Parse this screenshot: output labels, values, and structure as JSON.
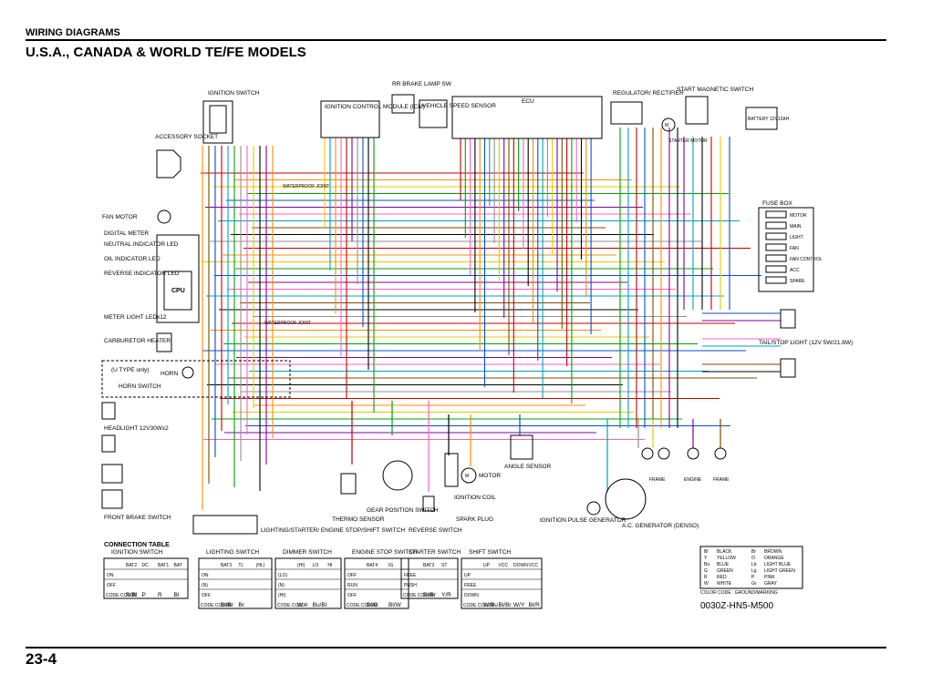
{
  "header": {
    "section_title": "WIRING DIAGRAMS",
    "subtitle": "U.S.A., CANADA & WORLD TE/FE MODELS",
    "page_number": "23-4"
  },
  "components": {
    "ignition_switch": "IGNITION SWITCH",
    "accessory_socket": "ACCESSORY SOCKET",
    "icm": "IGNITION CONTROL MODULE (ICM)",
    "rr_brake_lamp_sw": "RR BRAKE LAMP SW",
    "vehicle_speed_sensor": "VEHICLE SPEED SENSOR",
    "ecu": "ECU",
    "regulator": "REGULATOR/ RECTIFIER",
    "start_magnetic_switch": "START MAGNETIC SWITCH",
    "battery": "BATTERY 12V12AH",
    "starter_motor": "STARTER MOTOR",
    "engine": "ENGINE",
    "fuse_box": "FUSE BOX",
    "fan_motor": "FAN MOTOR",
    "digital_meter": "DIGITAL METER",
    "neutral_led": "NEUTRAL INDICATOR LED",
    "oil_led": "OIL INDICATOR LED",
    "reverse_led": "REVERSE INDICATOR LED",
    "cpu": "CPU",
    "meter_light": "METER LIGHT LEDx12",
    "carb_heater": "CARBURETOR HEATER",
    "u_type": "(U TYPE only)",
    "horn": "HORN",
    "horn_switch": "HORN SWITCH",
    "headlight": "HEADLIGHT 12V30Wx2",
    "front_brake": "FRONT BRAKE SWITCH",
    "waterproof_joint": "WATERPROOF JOINT",
    "tail_light": "TAIL/STOP LIGHT (12V 5W/21.8W)",
    "thermo_sensor": "THERMO SENSOR",
    "gear_position": "GEAR POSITION SWITCH",
    "reverse_switch": "REVERSE SWITCH",
    "ignition_coil": "IGNITION COIL",
    "spark_plug": "SPARK PLUG",
    "motor": "MOTOR",
    "angle_sensor": "ANGLE SENSOR",
    "ignition_pulse": "IGNITION PULSE GENERATOR",
    "ac_generator": "A.C. GENERATOR (DENSO)",
    "frame": "FRAME",
    "lighting_switch_group": "LIGHTING/STARTER/ ENGINE STOP/SHIFT SWITCH",
    "fuse_labels": [
      "MOTOR",
      "MAIN",
      "LIGHT",
      "FAN",
      "FAN CONTROL",
      "ACC",
      "SPARE"
    ]
  },
  "connection_table": {
    "title": "CONNECTION TABLE",
    "ignition_switch": {
      "title": "IGNITION SWITCH",
      "cols": [
        "BAT2",
        "DC",
        "BAT1",
        "BAT"
      ],
      "rows": [
        "ON",
        "OFF"
      ],
      "color_row": [
        "R/Bl",
        "P",
        "R",
        "Bl"
      ]
    },
    "lighting_switch": {
      "title": "LIGHTING SWITCH",
      "cols": [
        "BAT3",
        "TL",
        "(HL)"
      ],
      "rows": [
        "ON",
        "(N)",
        "OFF"
      ],
      "color_row": [
        "Bl/Br",
        "Br"
      ]
    },
    "dimmer_switch": {
      "title": "DIMMER SWITCH",
      "cols": [
        "(HI)",
        "LO",
        "HI"
      ],
      "rows": [
        "(LO)",
        "(N)",
        "(HI)"
      ],
      "color_row": [
        "W",
        "Bu/Bl"
      ]
    },
    "engine_stop": {
      "title": "ENGINE STOP SWITCH",
      "cols": [
        "BAT4",
        "IG"
      ],
      "rows": [
        "OFF",
        "RUN",
        "OFF"
      ],
      "color_row": [
        "Bl/G",
        "Bl/W"
      ]
    },
    "starter_switch": {
      "title": "STARTER SWITCH",
      "cols": [
        "BAT3",
        "ST"
      ],
      "rows": [
        "FREE",
        "PUSH"
      ],
      "color_row": [
        "Bl/Br",
        "Y/R"
      ]
    },
    "shift_switch": {
      "title": "SHIFT SWITCH",
      "cols": [
        "UP",
        "VCC",
        "DOWN",
        "VCC"
      ],
      "rows": [
        "UP",
        "FREE",
        "DOWN"
      ],
      "color_row": [
        "W/Bu",
        "Bl/Br",
        "W/Y",
        "Bl/R"
      ]
    },
    "code_color": "CODE COLOR"
  },
  "color_legend": {
    "entries": [
      [
        "Bl",
        "BLACK",
        "Br",
        "BROWN"
      ],
      [
        "Y",
        "YELLOW",
        "O",
        "ORANGE"
      ],
      [
        "Bu",
        "BLUE",
        "Lb",
        "LIGHT BLUE"
      ],
      [
        "G",
        "GREEN",
        "Lg",
        "LIGHT GREEN"
      ],
      [
        "R",
        "RED",
        "P",
        "PINK"
      ],
      [
        "W",
        "WHITE",
        "Gr",
        "GRAY"
      ]
    ],
    "note": "COLOR CODE : GROUND/MARKING"
  },
  "drawing_code": "0030Z-HN5-M500",
  "wire_colors": [
    "#c00000",
    "#ff8c00",
    "#e6c800",
    "#00a000",
    "#0050d0",
    "#8000a0",
    "#ff60c0",
    "#00a0c0",
    "#7a4a00",
    "#000000",
    "#909090"
  ]
}
